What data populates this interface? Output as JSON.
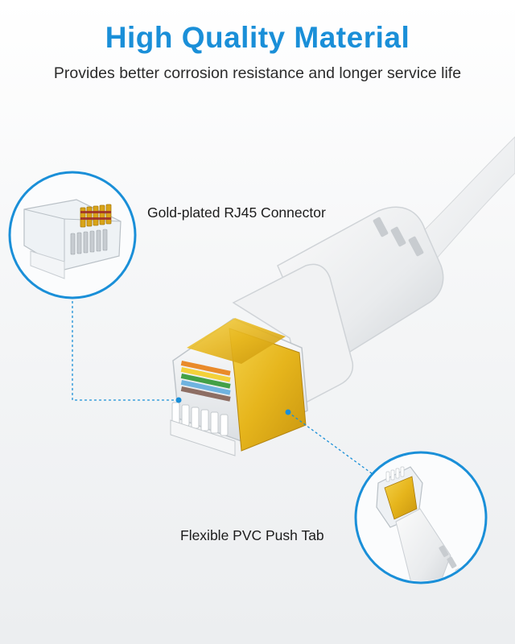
{
  "header": {
    "title": "High Quality Material",
    "subtitle": "Provides better corrosion resistance and longer service life"
  },
  "callouts": [
    {
      "label": "Gold-plated RJ45 Connector"
    },
    {
      "label": "Flexible PVC Push Tab"
    }
  ],
  "colors": {
    "accent_blue": "#1a8fd8",
    "gold": "#e8b820",
    "cable_white": "#f4f4f4"
  }
}
